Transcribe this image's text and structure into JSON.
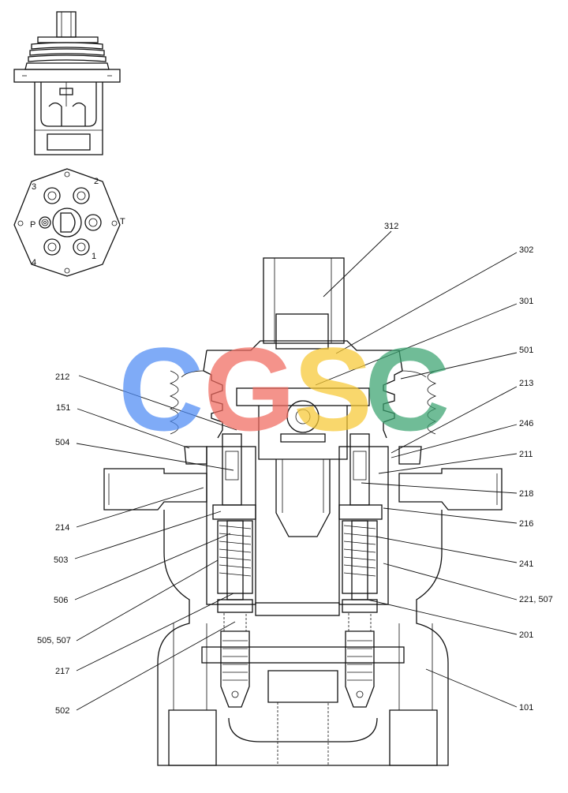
{
  "watermark": {
    "letters": [
      "C",
      "G",
      "S",
      "C"
    ],
    "colors": [
      "#4f8cf5",
      "#f06a5f",
      "#f7c934",
      "#3aa370"
    ]
  },
  "port_labels": {
    "p1": "1",
    "p2": "2",
    "p3": "3",
    "p4": "4",
    "pP": "P",
    "pT": "T"
  },
  "callouts": [
    {
      "id": "312",
      "text": "312"
    },
    {
      "id": "302",
      "text": "302"
    },
    {
      "id": "301",
      "text": "301"
    },
    {
      "id": "501",
      "text": "501"
    },
    {
      "id": "212",
      "text": "212"
    },
    {
      "id": "213",
      "text": "213"
    },
    {
      "id": "151",
      "text": "151"
    },
    {
      "id": "246",
      "text": "246"
    },
    {
      "id": "504",
      "text": "504"
    },
    {
      "id": "211",
      "text": "211"
    },
    {
      "id": "218",
      "text": "218"
    },
    {
      "id": "214",
      "text": "214"
    },
    {
      "id": "216",
      "text": "216"
    },
    {
      "id": "503",
      "text": "503"
    },
    {
      "id": "241",
      "text": "241"
    },
    {
      "id": "221_507",
      "text": "221, 507"
    },
    {
      "id": "506",
      "text": "506"
    },
    {
      "id": "505_507",
      "text": "505, 507"
    },
    {
      "id": "201",
      "text": "201"
    },
    {
      "id": "217",
      "text": "217"
    },
    {
      "id": "101",
      "text": "101"
    },
    {
      "id": "502",
      "text": "502"
    }
  ]
}
